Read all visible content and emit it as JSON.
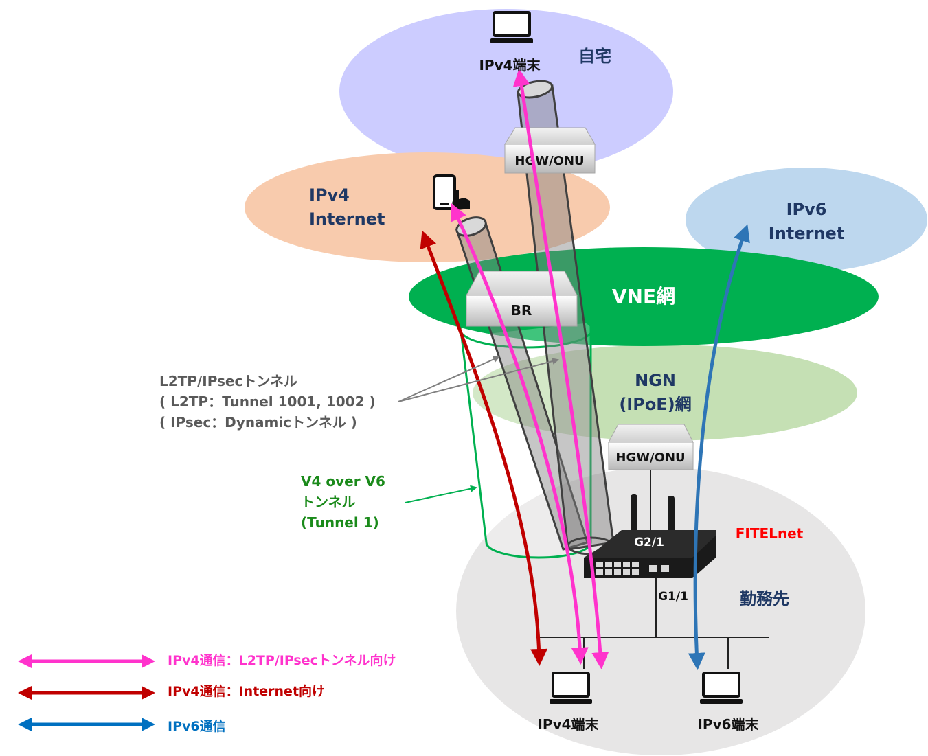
{
  "zones": {
    "home": "自宅",
    "ipv4_internet": [
      "IPv4",
      "Internet"
    ],
    "ipv6_internet": [
      "IPv6",
      "Internet"
    ],
    "vne": "VNE網",
    "ngn": [
      "NGN",
      "(IPoE)網"
    ],
    "office": "勤務先"
  },
  "devices": {
    "hgw_top": "HGW/ONU",
    "br": "BR",
    "hgw_bottom": "HGW/ONU",
    "router_brand": "FITELnet",
    "port_g2": "G2/1",
    "port_g1": "G1/1",
    "ipv4_terminal_home": "IPv4端末",
    "ipv4_terminal_office": "IPv4端末",
    "ipv6_terminal_office": "IPv6端末"
  },
  "annotations": {
    "l2tp": [
      "L2TP/IPsecトンネル",
      "( L2TP：Tunnel 1001, 1002 )",
      "( IPsec：Dynamicトンネル )"
    ],
    "v4overv6": [
      "V4 over V6",
      "トンネル",
      "(Tunnel 1)"
    ]
  },
  "legend": [
    {
      "label": "IPv4通信：L2TP/IPsecトンネル向け",
      "color": "#ff33cc"
    },
    {
      "label": "IPv4通信：Internet向け",
      "color": "#c00000"
    },
    {
      "label": "IPv6通信",
      "color": "#0070c0"
    }
  ],
  "colors": {
    "home": "#ccccff",
    "ipv4_internet": "#f8cbad",
    "ipv6_internet": "#bdd7ee",
    "vne": "#00b050",
    "ngn": "#c5e0b4",
    "office": "#e7e6e6",
    "l2tp_arrow": "#ff33cc",
    "internet_arrow": "#c00000",
    "ipv6_arrow": "#2e75b6"
  }
}
